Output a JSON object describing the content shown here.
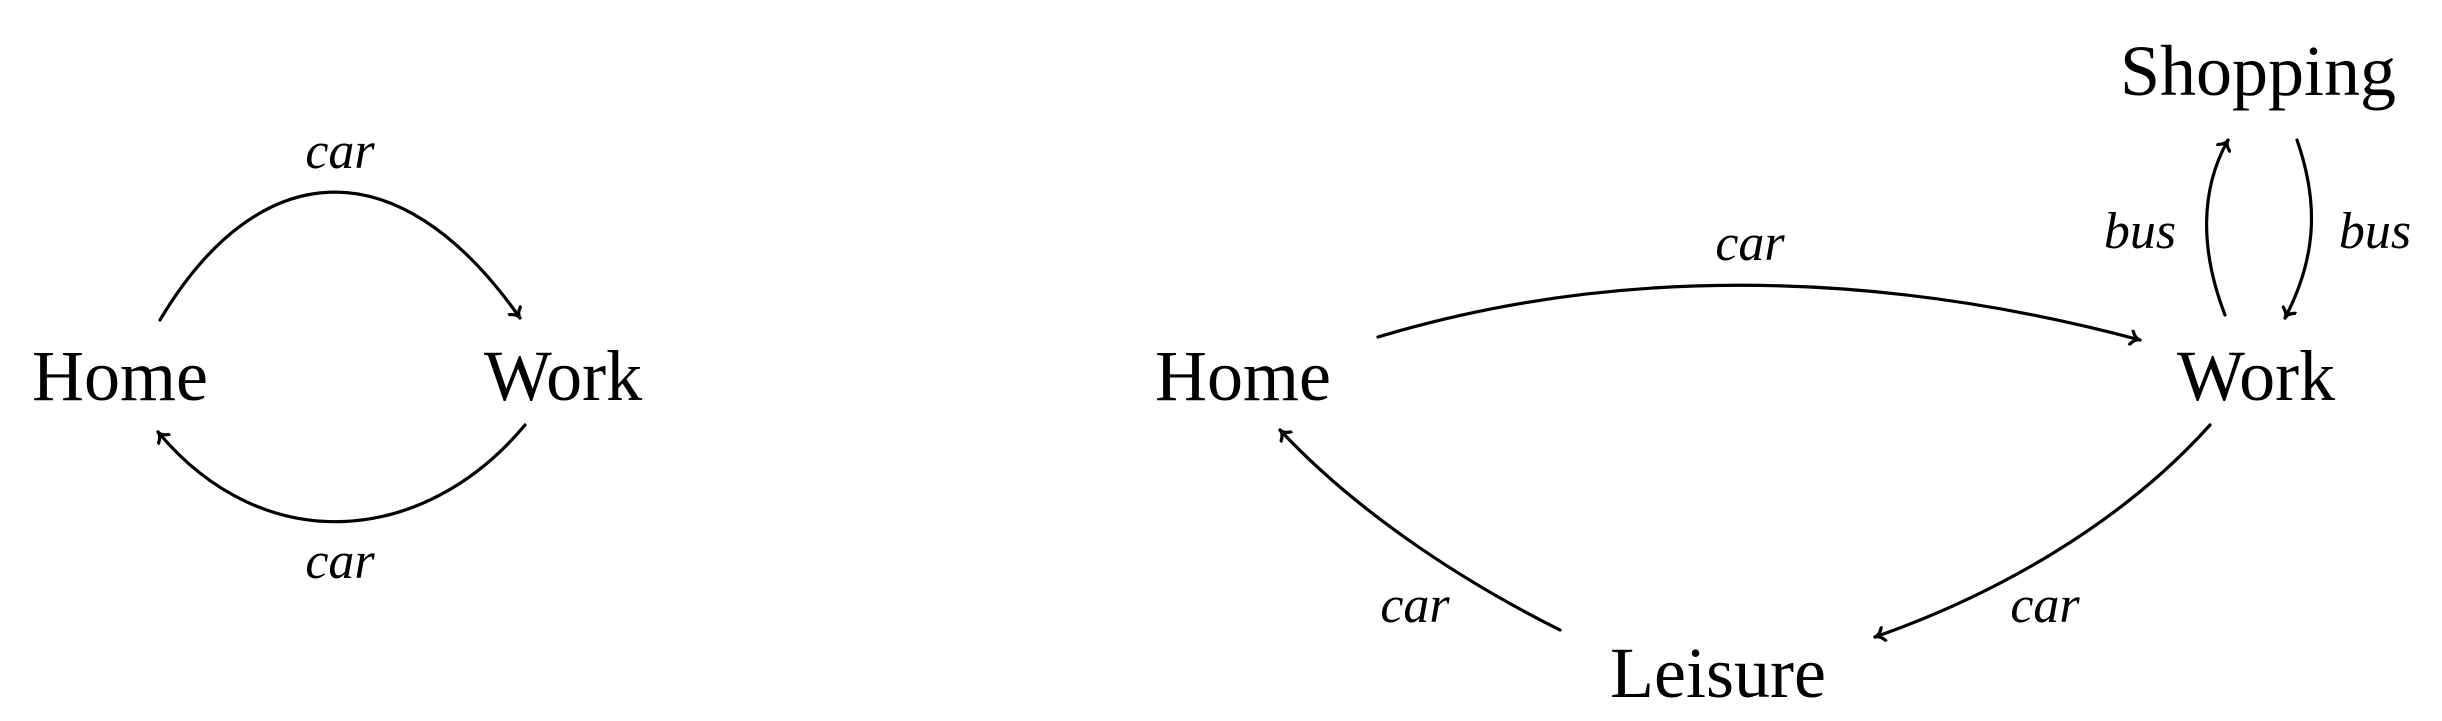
{
  "left_diagram": {
    "nodes": {
      "home": "Home",
      "work": "Work"
    },
    "edges": {
      "home_to_work": "car",
      "work_to_home": "car"
    }
  },
  "right_diagram": {
    "nodes": {
      "home": "Home",
      "work": "Work",
      "shopping": "Shopping",
      "leisure": "Leisure"
    },
    "edges": {
      "home_to_work": "car",
      "work_to_shopping": "bus",
      "shopping_to_work": "bus",
      "work_to_leisure": "car",
      "leisure_to_home": "car"
    }
  }
}
